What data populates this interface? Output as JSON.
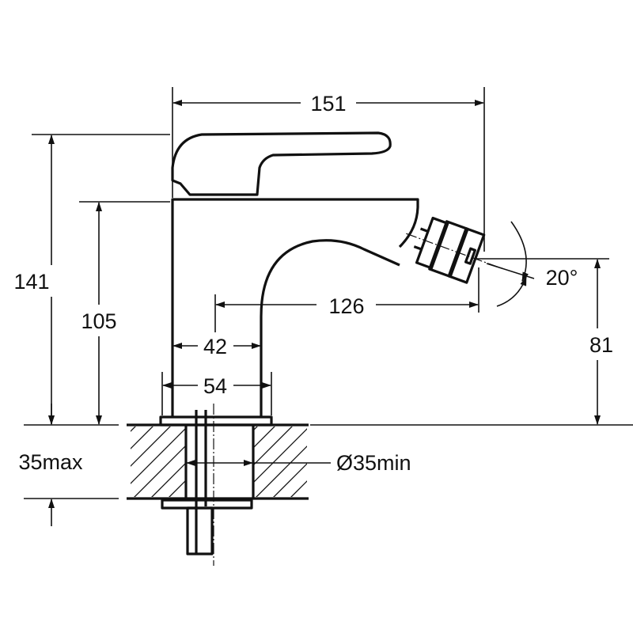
{
  "drawing": {
    "title": "Bidet mixer dimension drawing",
    "dimensions": {
      "overall_length": "151",
      "overall_height": "141",
      "body_height": "105",
      "spout_reach": "126",
      "spout_angle": "20°",
      "spout_height": "81",
      "body_width": "42",
      "base_width": "54",
      "max_counter_thickness": "35max",
      "min_hole_diameter": "Ø35min"
    }
  }
}
